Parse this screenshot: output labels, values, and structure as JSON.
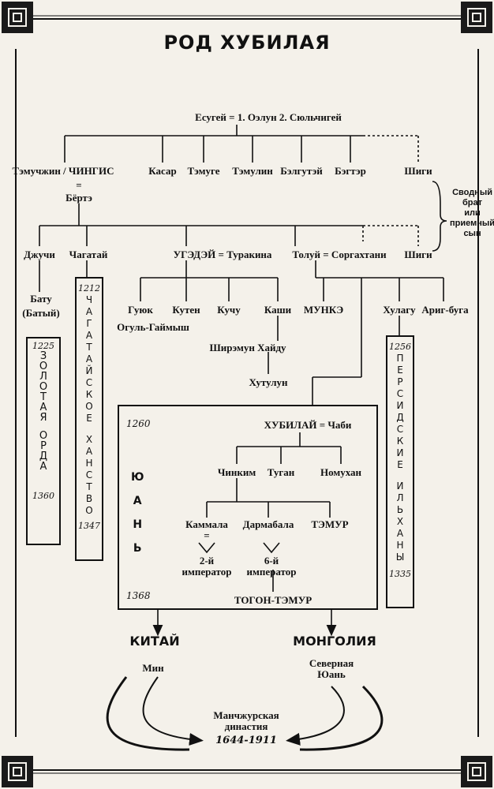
{
  "title": "РОД ХУБИЛАЯ",
  "gen1": {
    "parents": "Есугей = 1. Оэлун  2. Сюльчигей"
  },
  "gen2": {
    "temujin": "Тэмучжин / ЧИНГИС",
    "kasar": "Касар",
    "temuge": "Тэмуге",
    "temulin": "Тэмулин",
    "belgutei": "Бэлгутэй",
    "begter": "Бэгтэр",
    "shigi": "Шиги",
    "marriage_sign": "=",
    "borte": "Бёртэ",
    "note": [
      "Сводный",
      "брат",
      "или",
      "приемный",
      "сын"
    ]
  },
  "gen3": {
    "jochi": "Джучи",
    "chagatai": "Чагатай",
    "ogedei": "УГЭДЭЙ = Туракина",
    "tolui": "Толуй = Соргахтани",
    "shigi": "Шиги"
  },
  "gen4": {
    "batu": "Бату",
    "batu_alt": "(Батый)",
    "guyuk": "Гуюк",
    "kuten": "Кутен",
    "kuchu": "Кучу",
    "kashi": "Каши",
    "munke": "МУНКЭ",
    "hulagu": "Хулагу",
    "arig": "Ариг-буга",
    "ogul": "Огуль-Гаймыш",
    "shiremun_khaidu": "Ширэмун Хайду",
    "khutulun": "Хутулун"
  },
  "golden_horde": {
    "letters": [
      "З",
      "О",
      "Л",
      "О",
      "Т",
      "А",
      "Я",
      "",
      "О",
      "Р",
      "Д",
      "А"
    ],
    "start": "1225",
    "end": "1360"
  },
  "chagatai_khanate": {
    "letters": [
      "Ч",
      "А",
      "Г",
      "А",
      "Т",
      "А",
      "Й",
      "С",
      "К",
      "О",
      "Е",
      "",
      "Х",
      "А",
      "Н",
      "С",
      "Т",
      "В",
      "О"
    ],
    "start": "1212",
    "end": "1347"
  },
  "ilkhanate": {
    "letters": [
      "П",
      "Е",
      "Р",
      "С",
      "И",
      "Д",
      "С",
      "К",
      "И",
      "Е",
      "",
      "И",
      "Л",
      "Ь",
      "Х",
      "А",
      "Н",
      "Ы"
    ],
    "start": "1256",
    "end": "1335"
  },
  "yuan": {
    "letters": [
      "Ю",
      "А",
      "Н",
      "Ь"
    ],
    "start": "1260",
    "end": "1368",
    "kubilai": "ХУБИЛАЙ = Чаби",
    "chinkim": "Чинким",
    "tugan": "Туган",
    "nomuhan": "Номухан",
    "kammala": "Каммала",
    "darmabala": "Дармабала",
    "temur": "ТЭМУР",
    "marriage_sign": "=",
    "second_emperor": [
      "2-й",
      "император"
    ],
    "sixth_emperor": [
      "6-й",
      "император"
    ],
    "togon": "ТОГОН-ТЭМУР"
  },
  "bottom": {
    "china": "КИТАЙ",
    "mongolia": "МОНГОЛИЯ",
    "ming": "Мин",
    "northern_yuan": [
      "Северная",
      "Юань"
    ],
    "manchu": [
      "Манчжурская",
      "династия"
    ],
    "manchu_years": "1644-1911"
  }
}
